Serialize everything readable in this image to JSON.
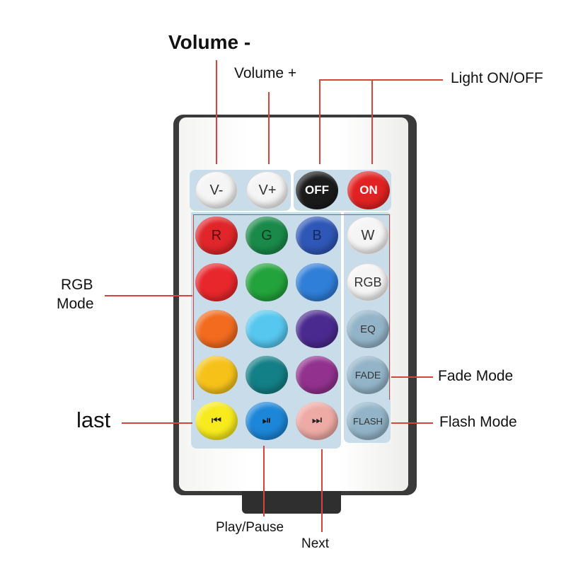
{
  "labels": {
    "volume_minus": "Volume -",
    "volume_plus": "Volume +",
    "light_on_off": "Light ON/OFF",
    "rgb_mode_line1": "RGB",
    "rgb_mode_line2": "Mode",
    "fade_mode": "Fade Mode",
    "flash_mode": "Flash Mode",
    "last": "last",
    "play_pause": "Play/Pause",
    "next": "Next"
  },
  "buttons": {
    "v_minus": "V-",
    "v_plus": "V+",
    "off": "OFF",
    "on": "ON",
    "r": "R",
    "g": "G",
    "b": "B",
    "w": "W",
    "rgb": "RGB",
    "eq": "EQ",
    "fade": "FADE",
    "flash": "FLASH",
    "prev": "⏮",
    "play": "⏯",
    "next": "⏭"
  },
  "colors": {
    "pointer_line": "#d6453b",
    "panel": "#c8dde9",
    "row1": [
      "#e0262a",
      "#1a8a4a",
      "#2f57b7"
    ],
    "row2": [
      "#e8272c",
      "#23a33c",
      "#2f7ed8"
    ],
    "row3": [
      "#f26b1e",
      "#56c7ee",
      "#4a2a8f"
    ],
    "row4": [
      "#f6c21a",
      "#137f86",
      "#92318e"
    ],
    "prev_btn": "#f7ea1d",
    "play_btn": "#1c86d8",
    "next_btn": "#eeaaa5"
  }
}
